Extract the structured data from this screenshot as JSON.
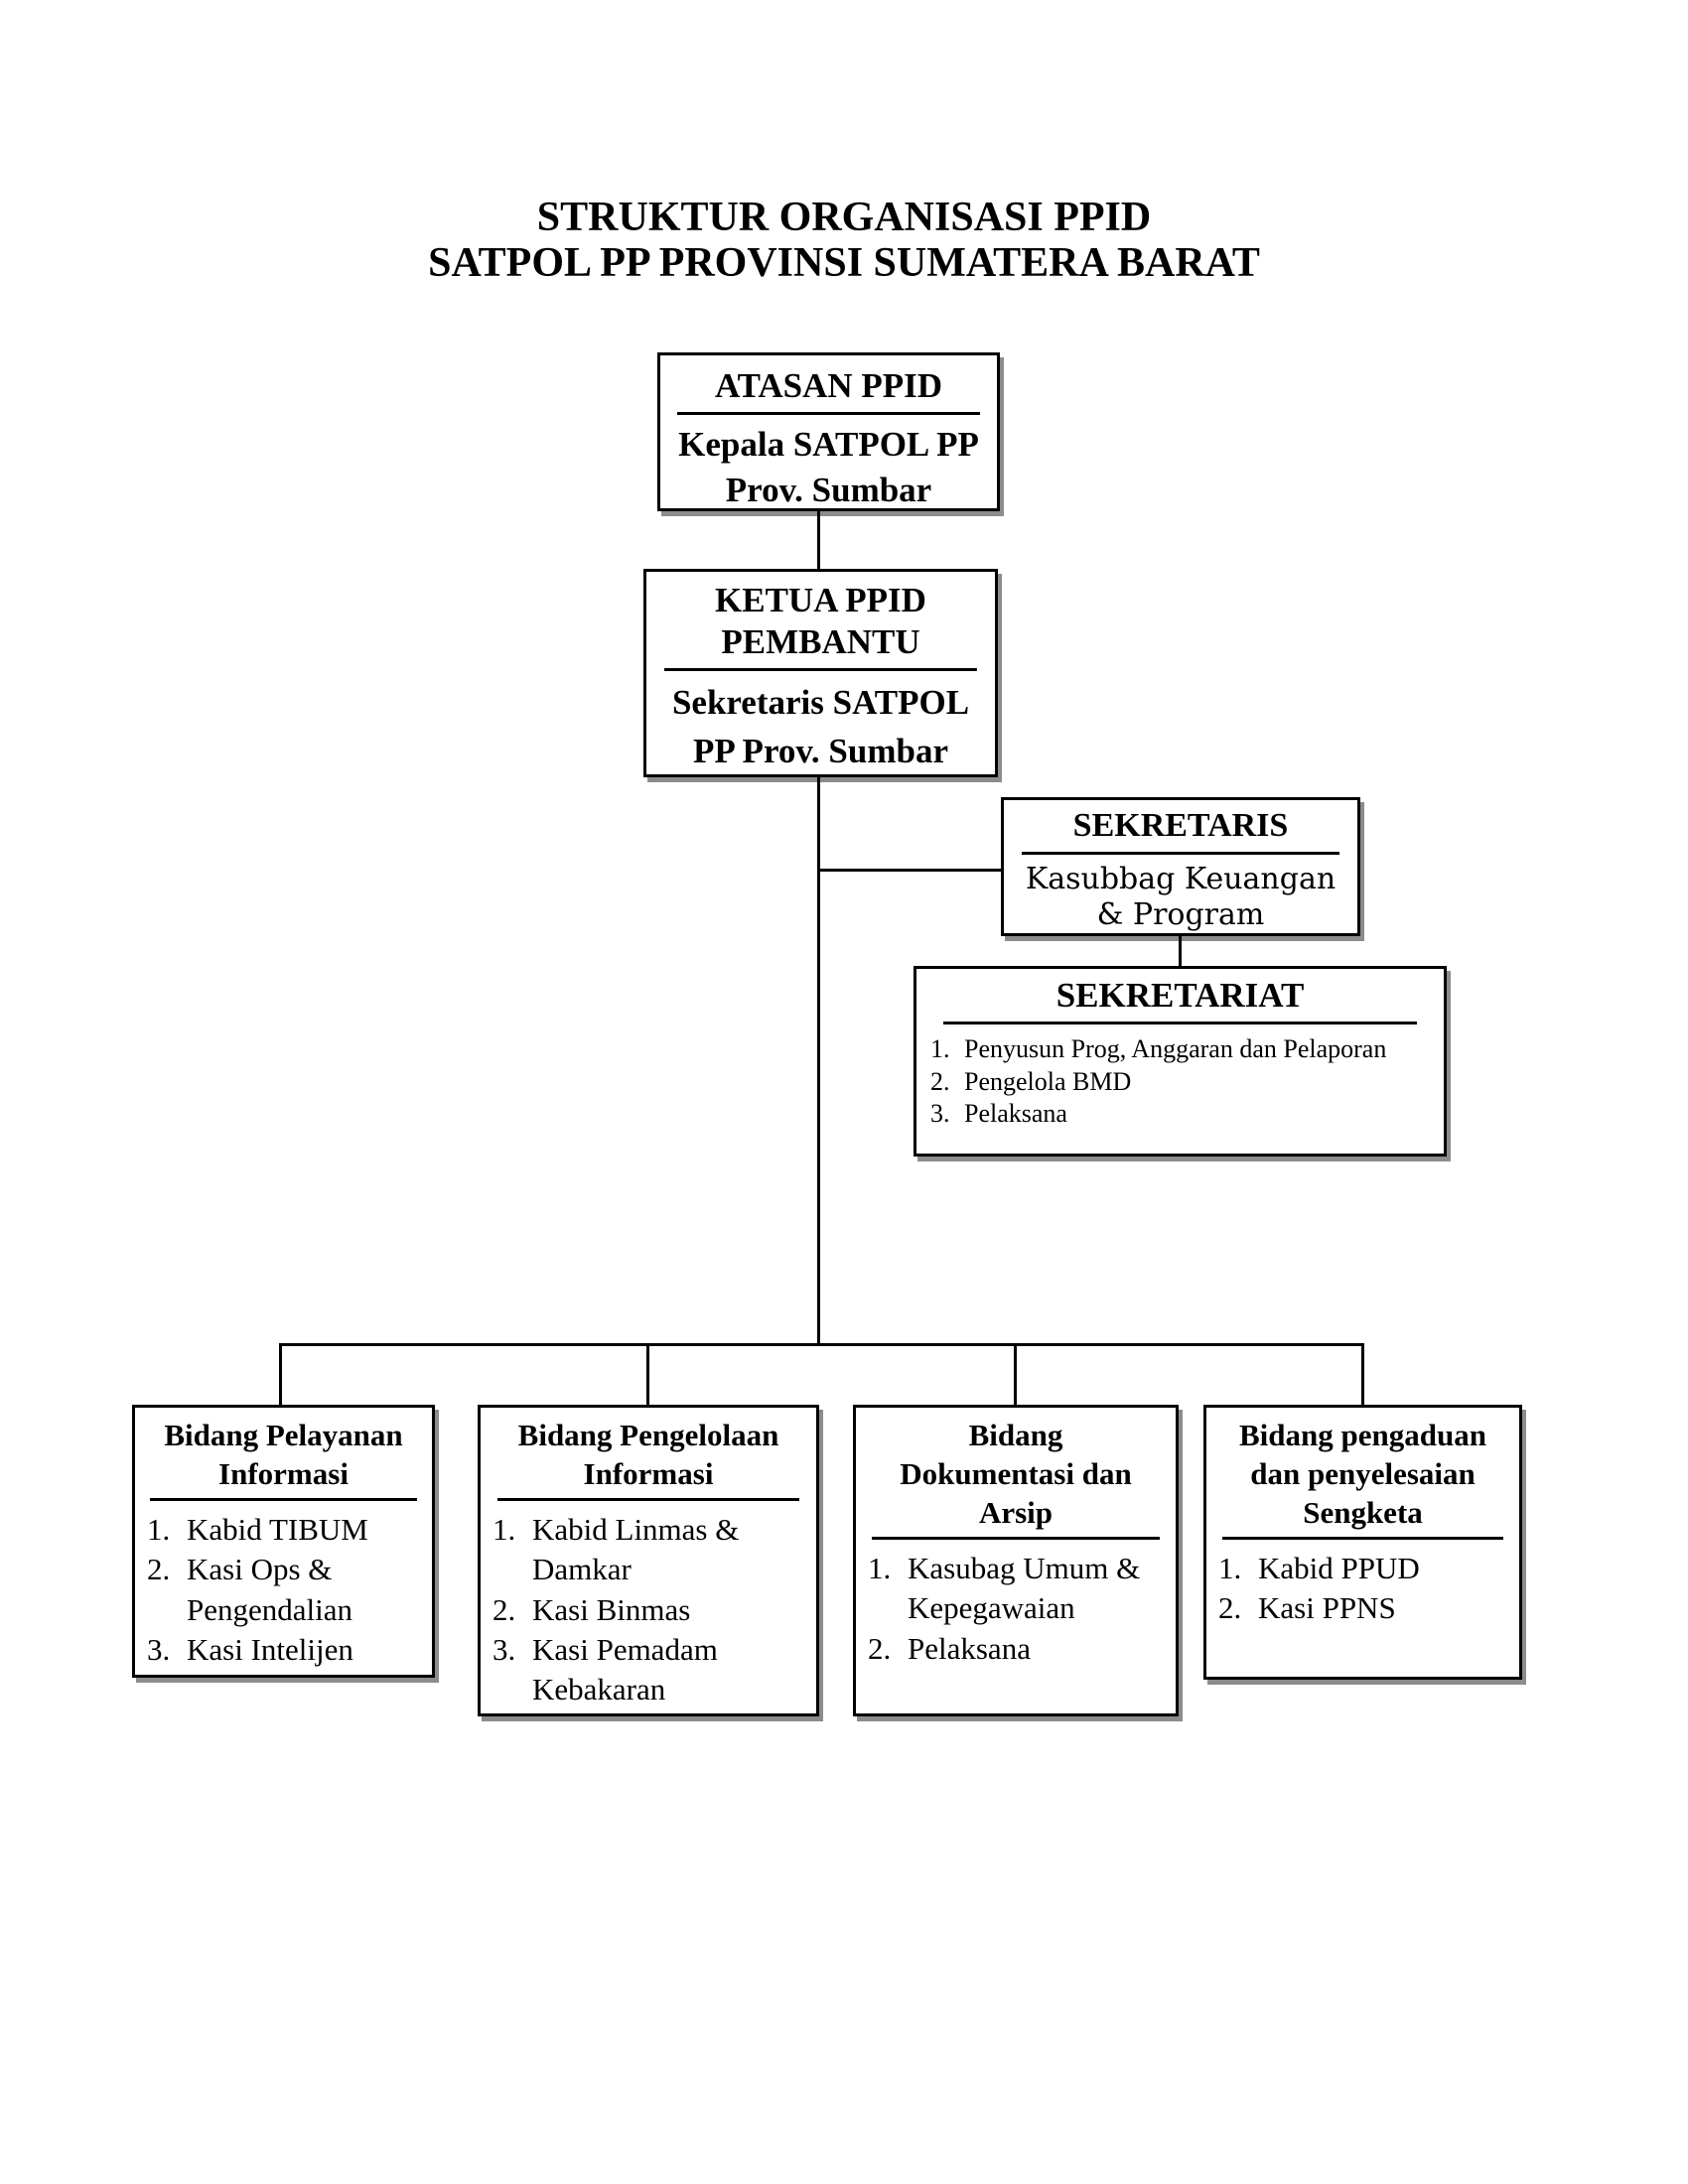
{
  "page": {
    "title": "STRUKTUR ORGANISASI PPID\nSATPOL PP PROVINSI SUMATERA BARAT"
  },
  "colors": {
    "background": "#ffffff",
    "line": "#000000",
    "text": "#000000",
    "box_border": "#000000",
    "box_shadow": "rgba(0,0,0,0.45)"
  },
  "boxes": {
    "atasan": {
      "heading": "ATASAN PPID",
      "subtitle": "Kepala SATPOL PP\nProv. Sumbar"
    },
    "ketua": {
      "heading": "KETUA PPID\nPEMBANTU",
      "subtitle": "Sekretaris SATPOL\nPP Prov. Sumbar"
    },
    "sekretaris": {
      "heading": "SEKRETARIS",
      "subtitle": "Kasubbag Keuangan\n& Program"
    },
    "sekretariat": {
      "heading": "SEKRETARIAT",
      "items": [
        {
          "num": "1.",
          "text": "Penyusun Prog, Anggaran dan Pelaporan"
        },
        {
          "num": "2.",
          "text": "Pengelola BMD"
        },
        {
          "num": "3.",
          "text": "Pelaksana"
        }
      ]
    },
    "bidang_pelayanan": {
      "heading": "Bidang Pelayanan\nInformasi",
      "items": [
        {
          "num": "1.",
          "text": "Kabid TIBUM"
        },
        {
          "num": "2.",
          "text": "Kasi Ops &\nPengendalian"
        },
        {
          "num": "3.",
          "text": "Kasi Intelijen"
        }
      ]
    },
    "bidang_pengelolaan": {
      "heading": "Bidang Pengelolaan\nInformasi",
      "items": [
        {
          "num": "1.",
          "text": "Kabid Linmas &\nDamkar"
        },
        {
          "num": "2.",
          "text": "Kasi Binmas"
        },
        {
          "num": "3.",
          "text": "Kasi Pemadam\nKebakaran"
        }
      ]
    },
    "bidang_dokumentasi": {
      "heading": "Bidang\nDokumentasi dan\nArsip",
      "items": [
        {
          "num": "1.",
          "text": "Kasubag Umum &\nKepegawaian"
        },
        {
          "num": "2.",
          "text": "Pelaksana"
        }
      ]
    },
    "bidang_pengaduan": {
      "heading": "Bidang pengaduan\ndan penyelesaian\nSengketa",
      "items": [
        {
          "num": "1.",
          "text": "Kabid PPUD"
        },
        {
          "num": "2.",
          "text": "Kasi PPNS"
        }
      ]
    }
  }
}
